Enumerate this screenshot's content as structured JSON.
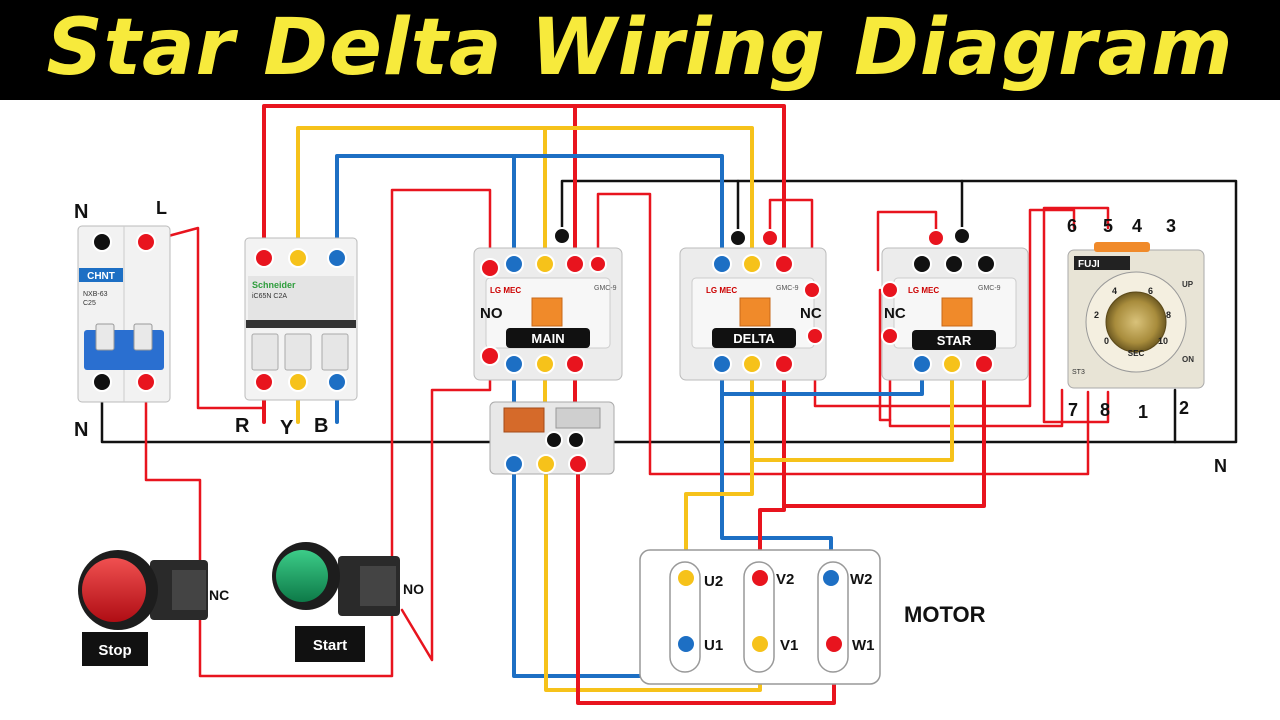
{
  "title": "Star Delta Wiring Diagram",
  "colors": {
    "red": "#e8141e",
    "yellow": "#f6c21a",
    "blue": "#1d6fc4",
    "black": "#111111",
    "title_yellow": "#f7ea3c"
  },
  "breaker": {
    "brand": "CHNT",
    "model": "NXB-63",
    "rating": "C25",
    "top_labels": [
      "N",
      "L"
    ]
  },
  "mcb": {
    "brand": "Schneider",
    "model": "iC65N C2A",
    "phase_labels": [
      "R",
      "Y",
      "B"
    ]
  },
  "neutral_label": "N",
  "contactors": [
    {
      "name": "MAIN",
      "brand": "LG MEC",
      "model": "GMC-9",
      "aux": "NO"
    },
    {
      "name": "DELTA",
      "brand": "LG MEC",
      "model": "GMC-9",
      "aux": "NC"
    },
    {
      "name": "STAR",
      "brand": "LG MEC",
      "model": "GMC-9",
      "aux": "NC"
    }
  ],
  "timer": {
    "brand": "FUJI",
    "model": "ST3",
    "unit": "SEC",
    "scale": [
      "0",
      "2",
      "4",
      "6",
      "8",
      "10"
    ],
    "mode": "UP",
    "power": "ON",
    "pins_top": [
      "6",
      "5",
      "4",
      "3"
    ],
    "pins_bottom": [
      "7",
      "8",
      "1",
      "2"
    ]
  },
  "timer_neutral": "N",
  "buttons": {
    "stop": {
      "label": "Stop",
      "contact": "NC"
    },
    "start": {
      "label": "Start",
      "contact": "NO"
    }
  },
  "motor": {
    "label": "MOTOR",
    "terminals_top": [
      "U2",
      "V2",
      "W2"
    ],
    "terminals_bottom": [
      "U1",
      "V1",
      "W1"
    ]
  }
}
